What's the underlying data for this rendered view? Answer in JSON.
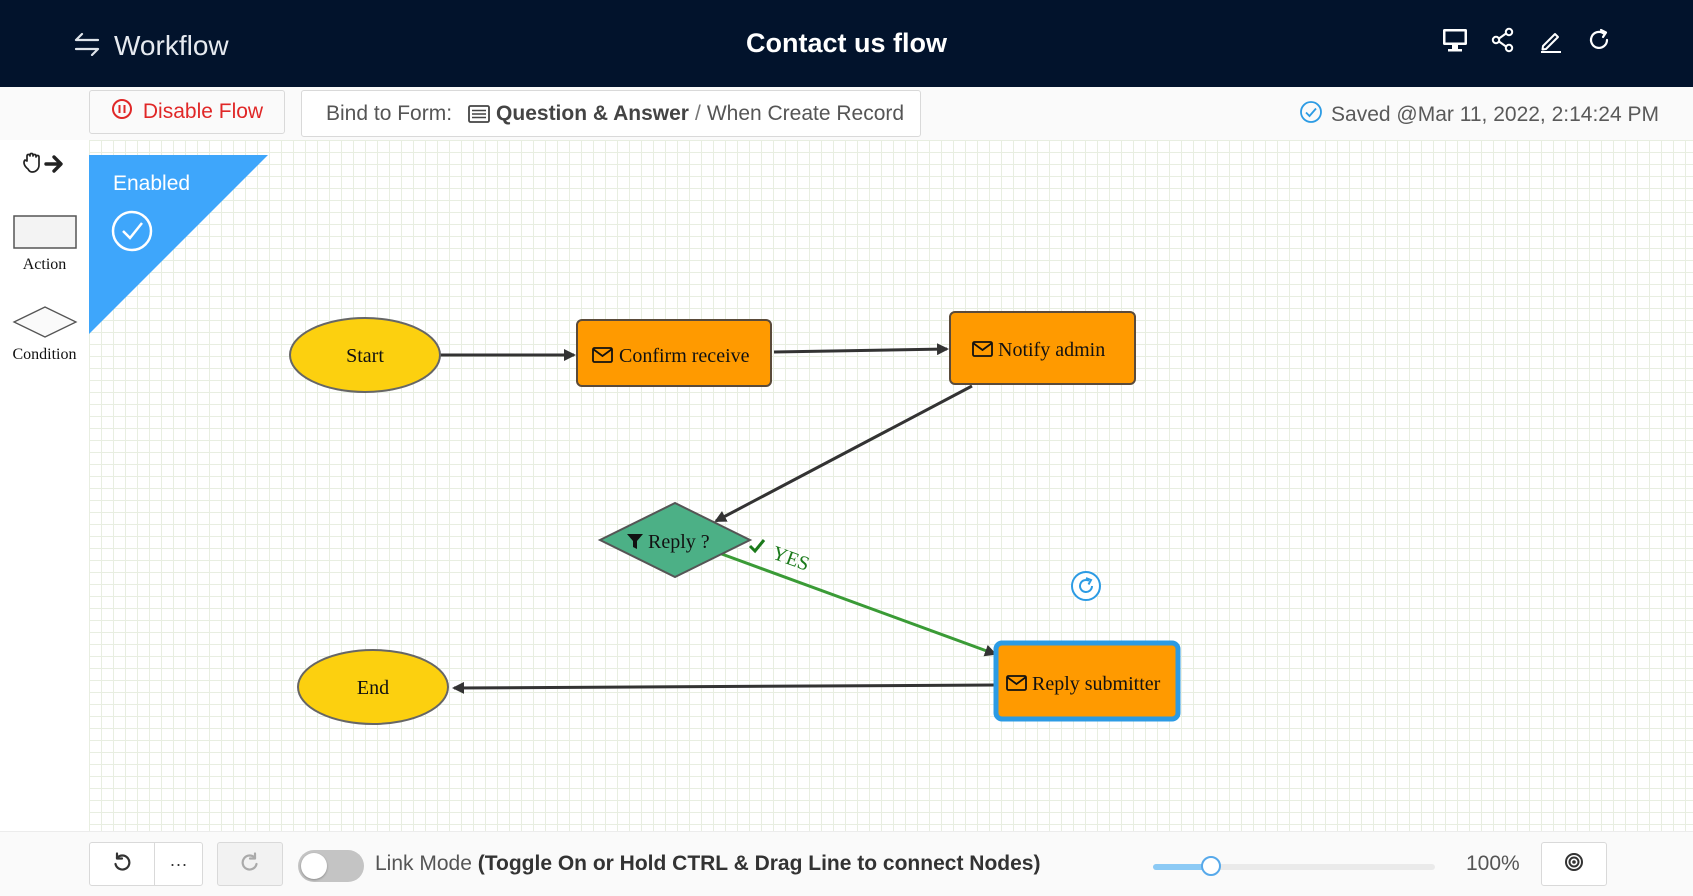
{
  "header": {
    "app_title": "Workflow",
    "flow_title": "Contact us flow",
    "menu_icon": "swap-lines-icon",
    "actions": [
      "desktop-icon",
      "share-icon",
      "edit-icon",
      "refresh-icon"
    ]
  },
  "toolbar": {
    "disable_label": "Disable Flow",
    "bind_label": "Bind to Form:",
    "form_name": "Question & Answer",
    "separator": "/",
    "trigger": "When Create Record",
    "saved_text": "Saved @Mar 11, 2022, 2:14:24 PM"
  },
  "palette": {
    "action_label": "Action",
    "condition_label": "Condition"
  },
  "canvas": {
    "status_label": "Enabled",
    "nodes": {
      "start": "Start",
      "confirm": "Confirm receive",
      "notify": "Notify admin",
      "reply_condition": "Reply ?",
      "reply_submitter": "Reply submitter",
      "end": "End"
    },
    "yes_label": "YES"
  },
  "bottombar": {
    "more_label": "···",
    "link_mode_label": "Link Mode",
    "link_mode_hint": "(Toggle On or Hold CTRL & Drag Line to connect Nodes)",
    "link_mode_on": false,
    "zoom_fraction": 0.2,
    "zoom_label": "100%"
  },
  "colors": {
    "header_bg": "#02132c",
    "action_node": "#ff9a00",
    "terminal_node": "#fcd00f",
    "condition_node": "#4cb086",
    "yes_edge": "#3a9b36",
    "selected_border": "#2c9be4",
    "enabled_banner": "#3ea6fb",
    "disable_text": "#e02727"
  }
}
